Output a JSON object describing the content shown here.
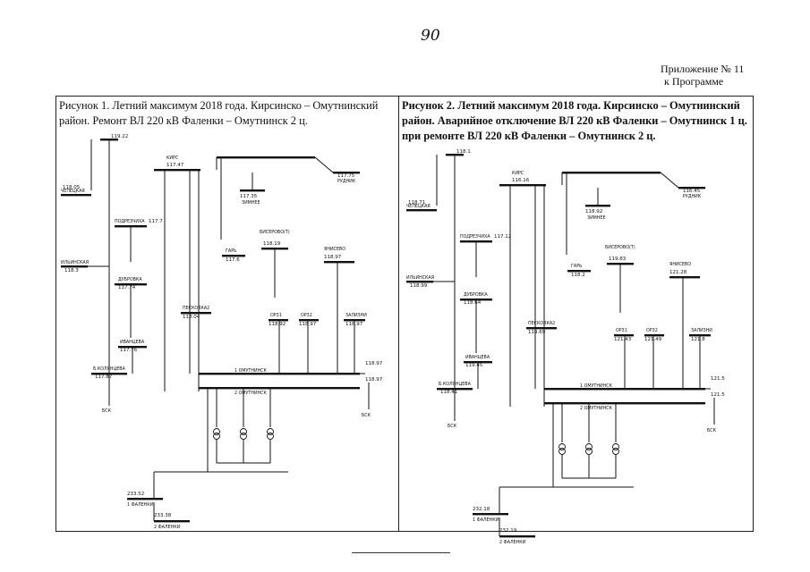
{
  "header": {
    "page_number": "90",
    "appendix_line1": "Приложение № 11",
    "appendix_line2": "к Программе"
  },
  "figures": [
    {
      "caption_line1": "Рисунок 1. Летний максимум 2018 года. Кирсинско – Омутнинский",
      "caption_line2": "район. Ремонт ВЛ 220 кВ Фаленки – Омутнинск  2 ц.",
      "caption_line3": "",
      "nodes": {
        "top_bus": "119.22",
        "kirs": "КИРС",
        "kirs_v": "117.47",
        "chepets": "ЧЕПЕЦКАЯ",
        "chepets_v": "118.05",
        "podrezh": "ПОДРЕЗЧИХА",
        "podrezh_v": "117.7",
        "ilinsk": "ИЛЬИНСКАЯ",
        "ilinsk_v": "118.3",
        "dubrov": "ДУБРОВКА",
        "dubrov_v": "117.74",
        "gar": "ГАРЬ",
        "gar_v": "117.6",
        "biserovo": "БИСЕРОВО(Т)",
        "biserovo_v": "118.19",
        "yanis": "ЯНИСЕВО",
        "yanis_v": "118.97",
        "peskov": "ПЕСКОВКА2",
        "peskov_v": "118.04",
        "ivanceva": "ИВАНЦЕВА",
        "ivanceva_v": "117.76",
        "bkol": "Б.КОЛЯНЦЕВА",
        "bkol_v": "117.87",
        "omut1": "1  ОМУТНИНСК",
        "omut2": "2  ОМУТНИНСК",
        "omut_v": "118.97",
        "omut_v2": "118.97",
        "rudnik": "РУДНИК",
        "rudnik_v": "117.75",
        "zimnee": "ЗИМНЕЕ",
        "zimnee_v": "117.35",
        "zaliv": "ЗАЛИЗНИ",
        "zaliv_v": "118.97",
        "or31": "ОР31",
        "or31_v": "118.92",
        "or32": "ОР32",
        "or32_v": "118.97",
        "falenki1": "1  ФАЛЕНКИ",
        "falenki1_v": "233.52",
        "falenki2": "2  ФАЛЕНКИ",
        "falenki2_v": "233.38",
        "bsk": "БСК",
        "bsk2": "БСК"
      }
    },
    {
      "caption_line1": "Рисунок 2. Летний максимум 2018 года. Кирсинско – Омутнинский",
      "caption_line2": "район. Аварийное отключение  ВЛ 220 кВ Фаленки – Омутнинск  1 ц.",
      "caption_line3": "при ремонте ВЛ 220 кВ Фаленки – Омутнинск  2 ц.",
      "nodes": {
        "top_bus": "118.1",
        "kirs": "КИРС",
        "kirs_v": "116.16",
        "chepets": "ЧЕПЕЦКАЯ",
        "chepets_v": "118.71",
        "podrezh": "ПОДРЕЗЧИХА",
        "podrezh_v": "117.12",
        "ilinsk": "ИЛЬИНСКАЯ",
        "ilinsk_v": "118.99",
        "dubrov": "ДУБРОВКА",
        "dubrov_v": "118.64",
        "gar": "ГАРЬ",
        "gar_v": "118.2",
        "biserovo": "БИСЕРОВО(Т)",
        "biserovo_v": "119.83",
        "yanis": "ЯНИСЕВО",
        "yanis_v": "121.28",
        "peskov": "ПЕСКОВКА2",
        "peskov_v": "119.69",
        "ivanceva": "ИВАНЦЕВА",
        "ivanceva_v": "119.45",
        "bkol": "Б.КОЛЯНЦЕВА",
        "bkol_v": "118.41",
        "omut1": "1  ОМУТНИНСК",
        "omut2": "2  ОМУТНИНСК",
        "omut_v": "121.5",
        "omut_v2": "121.5",
        "rudnik": "РУДНИК",
        "rudnik_v": "116.45",
        "zimnee": "ЗИМНЕЕ",
        "zimnee_v": "118.92",
        "zaliv": "ЗАЛИЗНИ",
        "zaliv_v": "121.8",
        "or31": "ОР31",
        "or31_v": "121.43",
        "or32": "ОР32",
        "or32_v": "121.49",
        "falenki1": "1  ФАЛЕНКИ",
        "falenki1_v": "232.18",
        "falenki2": "2  ФАЛЕНКИ",
        "falenki2_v": "232.19",
        "bsk": "БСК",
        "bsk2": "БСК"
      }
    }
  ]
}
